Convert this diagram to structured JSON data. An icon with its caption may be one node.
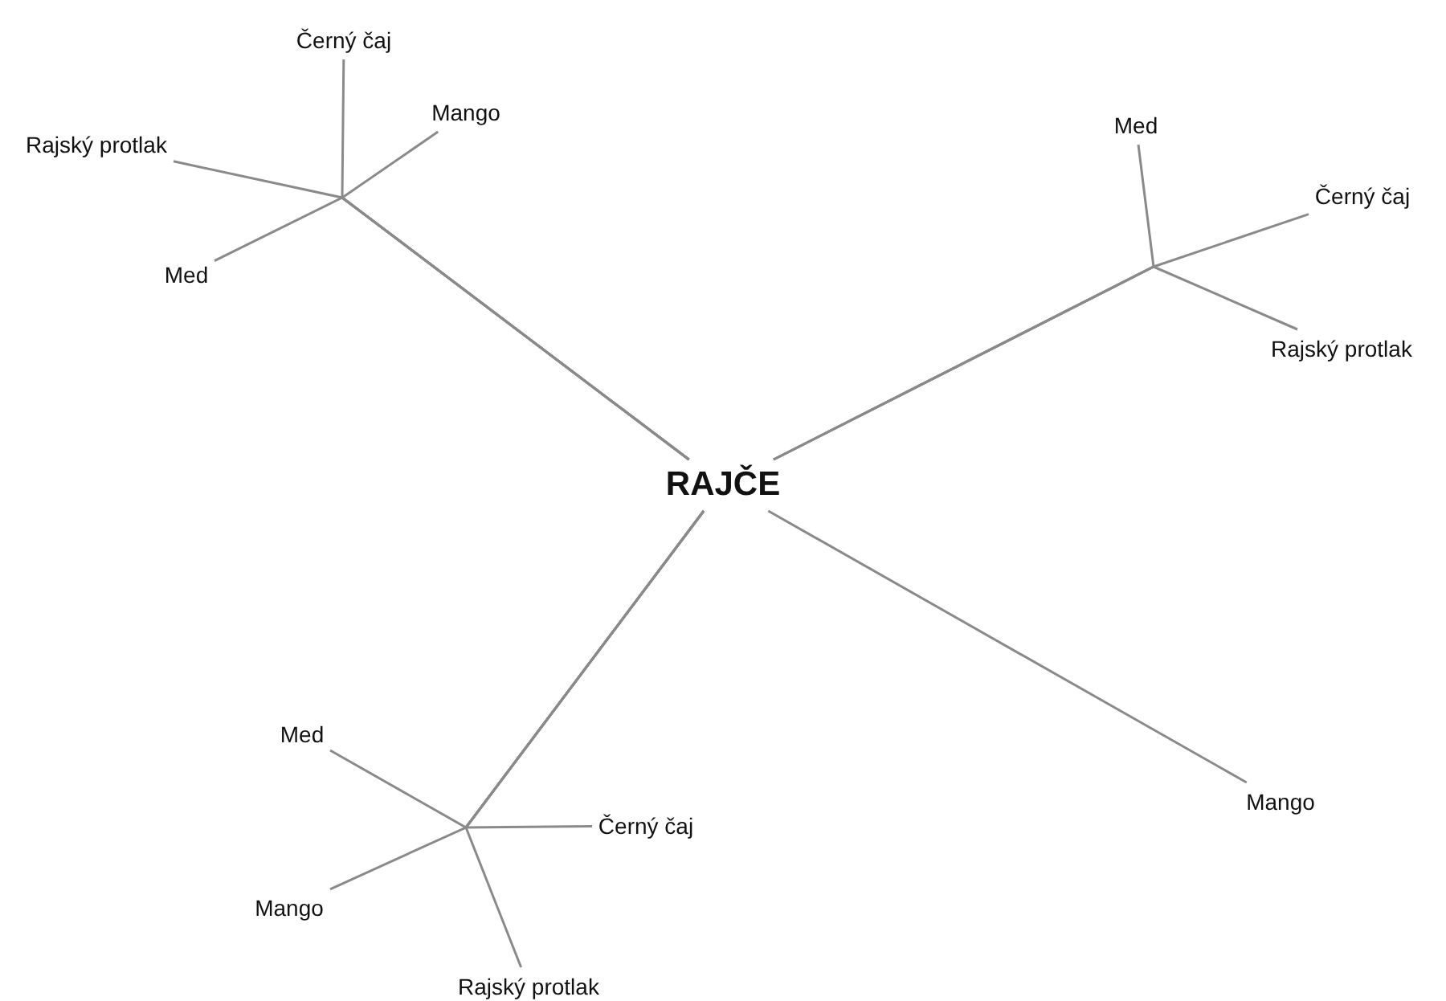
{
  "diagram": {
    "nodes": [
      {
        "text": [
          "Černý čaj"
        ]
      },
      {
        "text": [
          "Mango"
        ]
      },
      {
        "text": [
          "Rajský protlak"
        ]
      },
      {
        "text": [
          "Med"
        ]
      },
      {
        "text": [
          "Med"
        ]
      },
      {
        "text": [
          "Černý čaj"
        ]
      },
      {
        "text": [
          "RAJČE"
        ]
      },
      {
        "text": [
          "Rajský protlak"
        ]
      },
      {
        "text": [
          "Med"
        ]
      },
      {
        "text": [
          "Černý čaj"
        ]
      },
      {
        "text": [
          "Mango"
        ]
      },
      {
        "text": [
          "Mango"
        ]
      },
      {
        "text": [
          "Rajský protlak"
        ]
      }
    ],
    "edges": [
      {
        "from": 6,
        "to": 0,
        "arrow": "none"
      },
      {
        "from": 6,
        "to": 1,
        "arrow": "none"
      },
      {
        "from": 6,
        "to": 2,
        "arrow": "none"
      },
      {
        "from": 6,
        "to": 3,
        "arrow": "none"
      },
      {
        "from": 6,
        "to": 4,
        "arrow": "none"
      },
      {
        "from": 6,
        "to": 5,
        "arrow": "none"
      },
      {
        "from": 6,
        "to": 7,
        "arrow": "none"
      },
      {
        "from": 6,
        "to": 8,
        "arrow": "none"
      },
      {
        "from": 6,
        "to": 9,
        "arrow": "none"
      },
      {
        "from": 6,
        "to": 10,
        "arrow": "none"
      },
      {
        "from": 6,
        "to": 11,
        "arrow": "none"
      },
      {
        "from": 6,
        "to": 12,
        "arrow": "none"
      }
    ]
  }
}
